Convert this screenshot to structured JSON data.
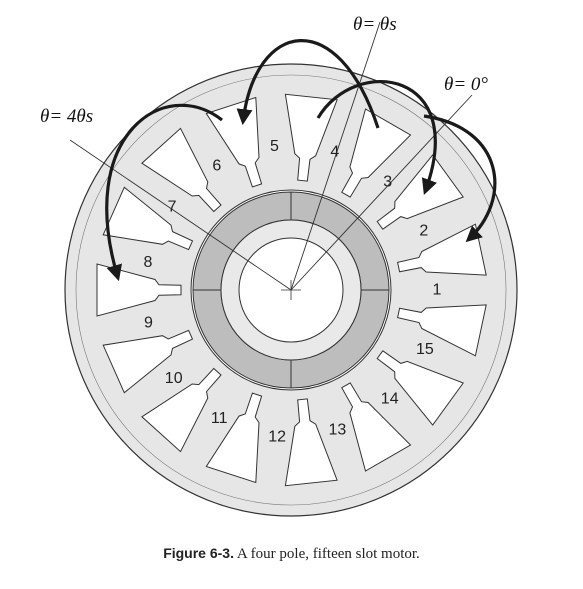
{
  "diagram": {
    "slot_labels": [
      "1",
      "2",
      "3",
      "4",
      "5",
      "6",
      "7",
      "8",
      "9",
      "10",
      "11",
      "12",
      "13",
      "14",
      "15"
    ],
    "angle_labels": {
      "theta_s": "θ= θs",
      "theta_zero": "θ= 0°",
      "theta_4s": "θ= 4θs"
    }
  },
  "caption": {
    "label": "Figure 6-3.",
    "text": "A four pole, fifteen slot motor."
  },
  "colors": {
    "stator": "#e6e6e6",
    "slot": "#ffffff",
    "magnet": "#bdbdbd",
    "rotor_ring": "#e9e9e9",
    "outline": "#333333",
    "arrow": "#1a1a1a"
  }
}
